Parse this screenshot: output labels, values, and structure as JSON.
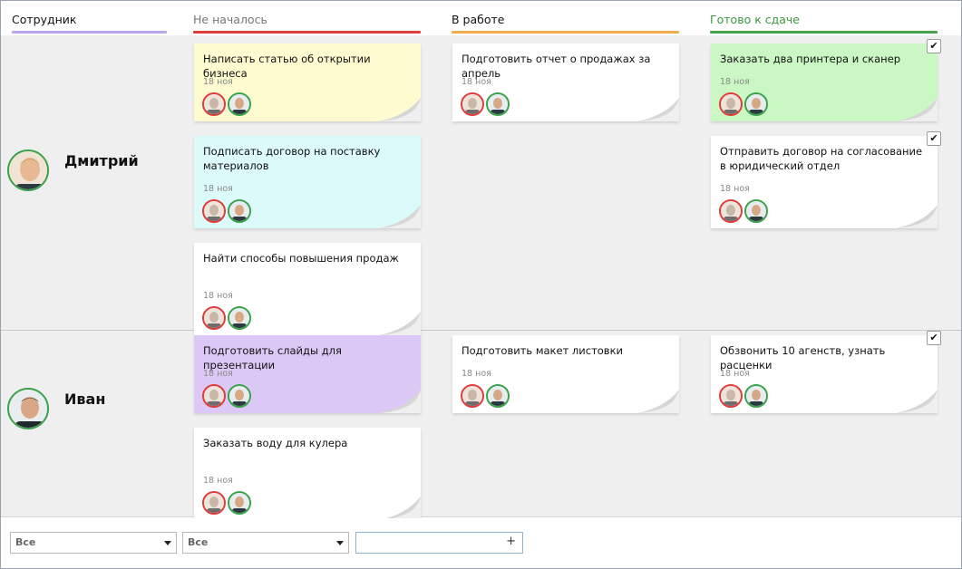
{
  "columns": [
    {
      "label": "Сотрудник",
      "color": "#b9a6e8",
      "text_color": "#111111"
    },
    {
      "label": "Не началось",
      "color": "#e23b3b",
      "text_color": "#777777"
    },
    {
      "label": "В работе",
      "color": "#f0ad4e",
      "text_color": "#111111"
    },
    {
      "label": "Готово к сдаче",
      "color": "#4aa251",
      "text_color": "#3a9a3f"
    }
  ],
  "employees": [
    {
      "name": "Дмитрий"
    },
    {
      "name": "Иван"
    }
  ],
  "cards": {
    "d_ns_1": {
      "title": "Написать статью об открытии бизнеса",
      "date": "18 ноя",
      "bg": "#fdfbcf"
    },
    "d_ns_2": {
      "title": "Подписать договор на поставку материалов",
      "date": "18 ноя",
      "bg": "#dcfafa"
    },
    "d_ns_3": {
      "title": "Найти способы повышения продаж",
      "date": "18 ноя",
      "bg": "#ffffff"
    },
    "d_ip_1": {
      "title": "Подготовить отчет о продажах за апрель",
      "date": "18 ноя",
      "bg": "#ffffff"
    },
    "d_rd_1": {
      "title": "Заказать два принтера и сканер",
      "date": "18 ноя",
      "bg": "#cbf7c4",
      "checked": "✔"
    },
    "d_rd_2": {
      "title": "Отправить договор на согласование в юридический отдел",
      "date": "18 ноя",
      "bg": "#ffffff",
      "checked": "✔"
    },
    "i_ns_1": {
      "title": "Подготовить слайды для презентации",
      "date": "18 ноя",
      "bg": "#dcc8f5"
    },
    "i_ns_2": {
      "title": "Заказать воду для кулера",
      "date": "18 ноя",
      "bg": "#ffffff"
    },
    "i_ip_1": {
      "title": "Подготовить макет листовки",
      "date": "18 ноя",
      "bg": "#ffffff"
    },
    "i_rd_1": {
      "title": "Обзвонить 10 агенств, узнать расценки",
      "date": "18 ноя",
      "bg": "#ffffff",
      "checked": "✔"
    }
  },
  "footer": {
    "filter1": "Все",
    "filter2": "Все",
    "add_input_value": "",
    "add_icon": "+"
  },
  "colors": {
    "lane_bg": "#efefef",
    "assignee_ring_red": "#e03a3a",
    "owner_ring_green": "#3aa24a"
  }
}
